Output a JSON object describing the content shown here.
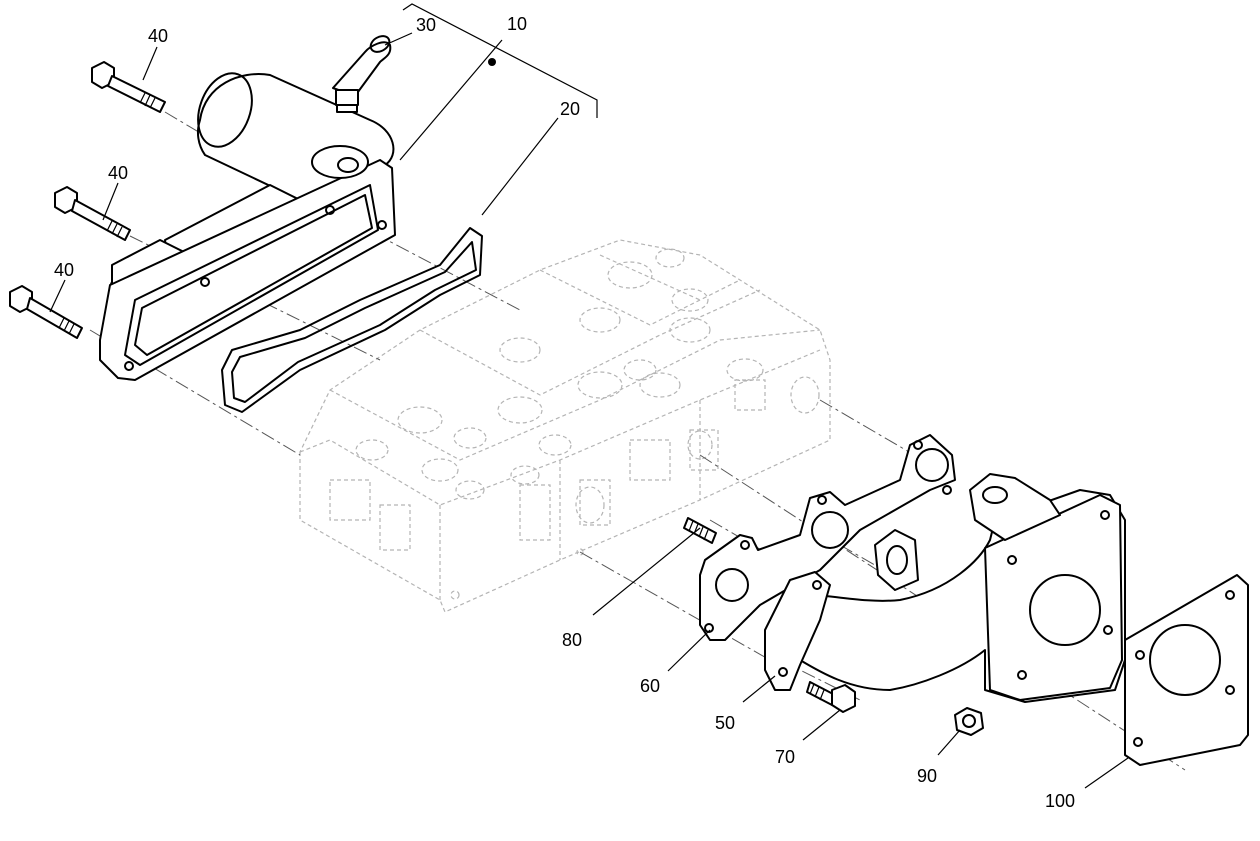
{
  "diagram": {
    "callouts": [
      {
        "id": "c10",
        "text": "10"
      },
      {
        "id": "c20",
        "text": "20"
      },
      {
        "id": "c30",
        "text": "30"
      },
      {
        "id": "c40a",
        "text": "40"
      },
      {
        "id": "c40b",
        "text": "40"
      },
      {
        "id": "c40c",
        "text": "40"
      },
      {
        "id": "c50",
        "text": "50"
      },
      {
        "id": "c60",
        "text": "60"
      },
      {
        "id": "c70",
        "text": "70"
      },
      {
        "id": "c80",
        "text": "80"
      },
      {
        "id": "c90",
        "text": "90"
      },
      {
        "id": "c100",
        "text": "100"
      }
    ]
  }
}
